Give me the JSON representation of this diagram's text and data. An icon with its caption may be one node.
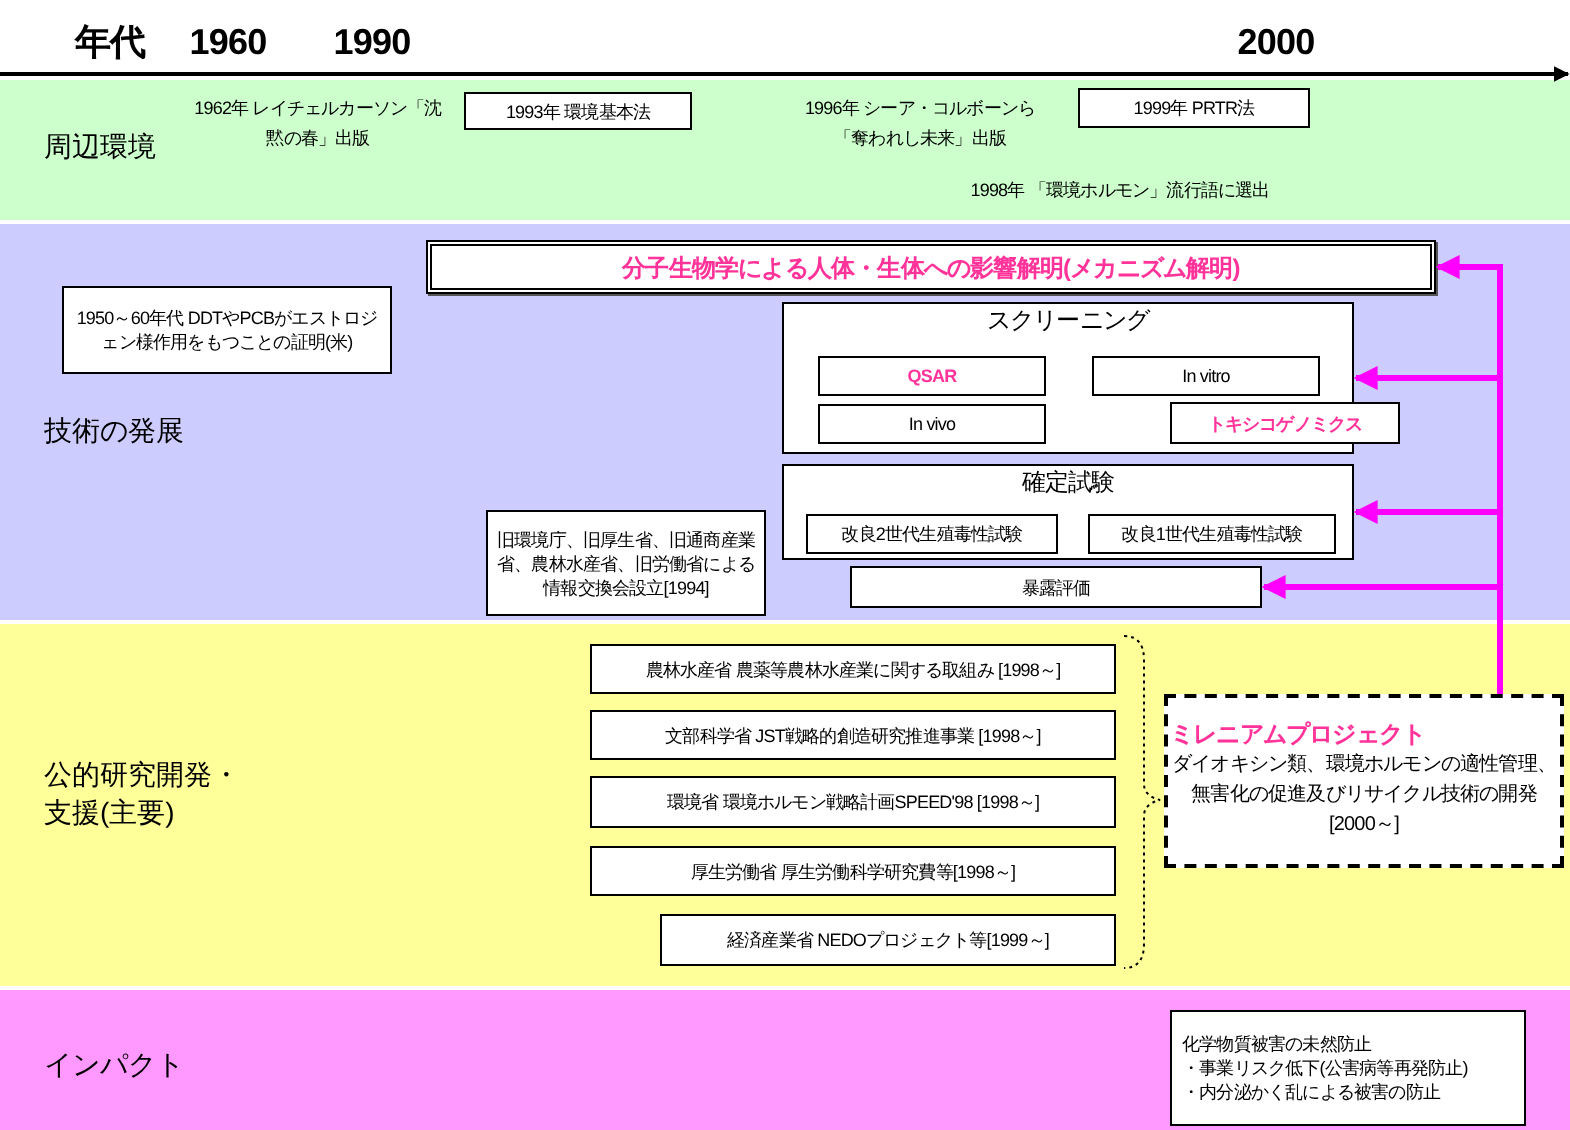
{
  "diagram": {
    "nodes": [
      {
        "text": [
          "周辺環境"
        ]
      },
      {
        "text": [
          "1993年 環境基本法"
        ],
        "in": 0
      },
      {
        "text": [
          "1999年 PRTR法"
        ],
        "in": 0
      },
      {
        "text": [
          "技術の発展"
        ]
      },
      {
        "text": [
          "1950～60年代 DDTやPCBがエストロジェン様作用をもつことの証明(米)"
        ],
        "in": 3
      },
      {
        "text": [
          "分子生物学による人体・生体への影響解明(メカニズム解明)"
        ],
        "in": 3
      },
      {
        "text": [
          "スクリーニング"
        ],
        "in": 3
      },
      {
        "text": [
          "QSAR"
        ],
        "in": 6
      },
      {
        "text": [
          "In vitro"
        ],
        "in": 6
      },
      {
        "text": [
          "In vivo"
        ],
        "in": 6
      },
      {
        "text": [
          "トキシコゲノミクス"
        ],
        "in": 3
      },
      {
        "text": [
          "確定試験"
        ],
        "in": 3
      },
      {
        "text": [
          "改良2世代生殖毒性試験"
        ],
        "in": 11
      },
      {
        "text": [
          "改良1世代生殖毒性試験"
        ],
        "in": 11
      },
      {
        "text": [
          "暴露評価"
        ],
        "in": 3
      },
      {
        "text": [
          "旧環境庁、旧厚生省、旧通商産業省、農林水産省、旧労働省による情報交換会設立[1994]"
        ],
        "in": 3
      },
      {
        "text": [
          "公的研究開発・支援(主要)"
        ]
      },
      {
        "text": [
          "農林水産省 農薬等農林水産業に関する取組み [1998～]"
        ],
        "in": 16
      },
      {
        "text": [
          "文部科学省 JST戦略的創造研究推進事業 [1998～]"
        ],
        "in": 16
      },
      {
        "text": [
          "環境省 環境ホルモン戦略計画SPEED'98 [1998～]"
        ],
        "in": 16
      },
      {
        "text": [
          "厚生労働省 厚生労働科学研究費等[1998～]"
        ],
        "in": 16
      },
      {
        "text": [
          "経済産業省 NEDOプロジェクト等[1999～]"
        ],
        "in": 16
      },
      {
        "text": [
          "ミレニアムプロジェクト",
          "ダイオキシン類、環境ホルモンの適性管理、無害化の促進及びリサイクル技術の開発[2000～]"
        ],
        "in": 16
      },
      {
        "text": [
          "インパクト"
        ]
      },
      {
        "text": [
          "化学物質被害の未然防止",
          "・事業リスク低下(公害病等再発防止)",
          "・内分泌かく乱による被害の防止"
        ],
        "in": 23
      }
    ],
    "edges": [
      {
        "from": 22,
        "to": 5,
        "arrow": "to",
        "color": "#ff00ff"
      },
      {
        "from": 22,
        "to": 6,
        "arrow": "to",
        "color": "#ff00ff"
      },
      {
        "from": 22,
        "to": 11,
        "arrow": "to",
        "color": "#ff00ff"
      },
      {
        "from": 22,
        "to": 14,
        "arrow": "to",
        "color": "#ff00ff"
      }
    ],
    "labels": [
      "年代",
      "1960",
      "1990",
      "2000",
      "1962年 レイチェルカーソン「沈黙の春」出版",
      "1996年 シーア・コルボーンら「奪われし未来」出版",
      "1998年 「環境ホルモン」流行語に選出"
    ]
  }
}
